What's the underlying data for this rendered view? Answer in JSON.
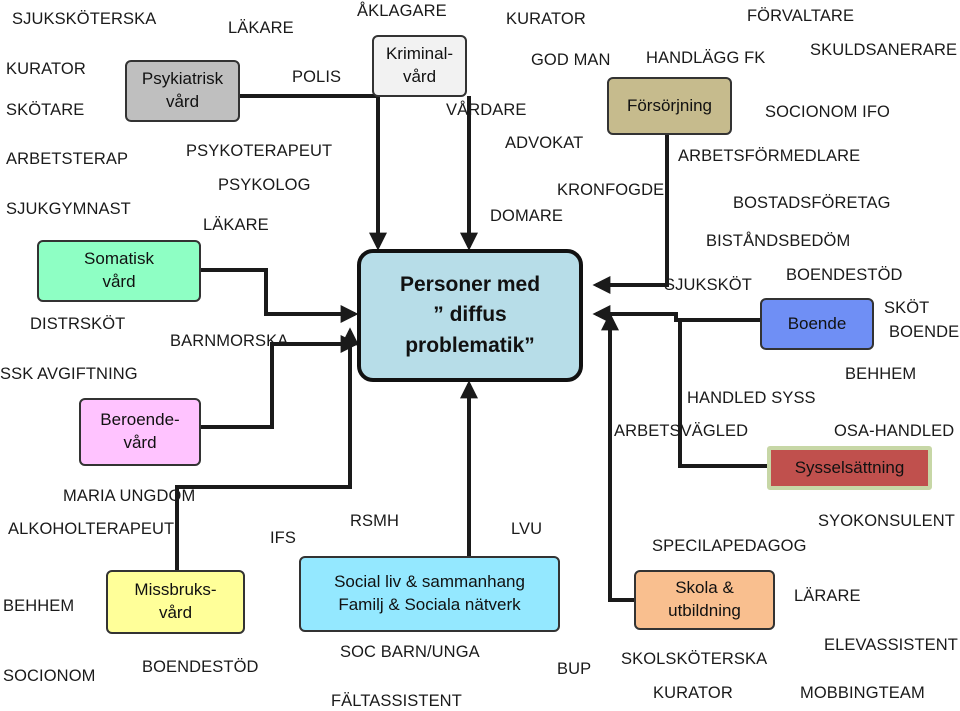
{
  "center": {
    "label": "Personer med\n” diffus\nproblematik”",
    "color": "#b7dde8"
  },
  "boxes": {
    "psykiatrisk": {
      "label": "Psykiatrisk\nvård",
      "color": "#bfbfbf"
    },
    "kriminal": {
      "label": "Kriminal-\nvård",
      "color": "#f2f2f2"
    },
    "forsorjning": {
      "label": "Försörjning",
      "color": "#c6bb8d"
    },
    "somatisk": {
      "label": "Somatisk\nvård",
      "color": "#8effc4"
    },
    "boende": {
      "label": "Boende",
      "color": "#6f8ff5"
    },
    "beroende": {
      "label": "Beroende-\nvård",
      "color": "#ffc3ff"
    },
    "sysselsattning": {
      "label": "Sysselsättning",
      "color": "#c0504d"
    },
    "missbruk": {
      "label": "Missbruks-\nvård",
      "color": "#ffff99"
    },
    "social": {
      "label": "Social liv & sammanhang\nFamilj & Sociala nätverk",
      "color": "#94e8ff"
    },
    "skola": {
      "label": "Skola &\nutbildning",
      "color": "#f9bf8f"
    }
  },
  "labels": {
    "sjukskoterska": "SJUKSKÖTERSKA",
    "lakare_top": "LÄKARE",
    "aklagare": "ÅKLAGARE",
    "kurator_top": "KURATOR",
    "forvaltare": "FÖRVALTARE",
    "kurator_left": "KURATOR",
    "polis": "POLIS",
    "god_man": "GOD MAN",
    "handlagg_fk": "HANDLÄGG FK",
    "skuldsanerare": "SKULDSANERARE",
    "skotare": "SKÖTARE",
    "vardare": "VÅRDARE",
    "socionom_ifo": "SOCIONOM IFO",
    "advokat": "ADVOKAT",
    "arbetsterap": "ARBETSTERAP",
    "psykoterapeut": "PSYKOTERAPEUT",
    "arbetsformedlare": "ARBETSFÖRMEDLARE",
    "psykolog": "PSYKOLOG",
    "kronfogde": "KRONFOGDE",
    "sjukgymnast": "SJUKGYMNAST",
    "bostadsforetag": "BOSTADSFÖRETAG",
    "domare": "DOMARE",
    "lakare_mid": "LÄKARE",
    "bistandsbedom": "BISTÅNDSBEDÖM",
    "sjuksköt": "SJUKSKÖT",
    "boendestod_right": "BOENDESTÖD",
    "skot": "SKÖT",
    "boende_small": "BOENDE",
    "distrskot": "DISTRSKÖT",
    "barnmorska": "BARNMORSKA",
    "ssk_avgiftning": "SSK AVGIFTNING",
    "behhem_right": "BEHHEM",
    "handled_syss": "HANDLED SYSS",
    "arbetsvagled": "ARBETSVÄGLED",
    "osa_handled": "OSA-HANDLED",
    "maria_ungdom": "MARIA UNGDOM",
    "alkoholterapeut": "ALKOHOLTERAPEUT",
    "ifs": "IFS",
    "rsmh": "RSMH",
    "lvu": "LVU",
    "specilapedagog": "SPECILAPEDAGOG",
    "syokonsulent": "SYOKONSULENT",
    "behhem_left": "BEHHEM",
    "larare": "LÄRARE",
    "soc_barn_unga": "SOC BARN/UNGA",
    "elevassistent": "ELEVASSISTENT",
    "skolskoterska": "SKOLSKÖTERSKA",
    "socionom": "SOCIONOM",
    "boendestod_left": "BOENDESTÖD",
    "bup": "BUP",
    "kurator_bottom": "KURATOR",
    "mobbingteam": "MOBBINGTEAM",
    "faltassistent": "FÄLTASSISTENT"
  }
}
